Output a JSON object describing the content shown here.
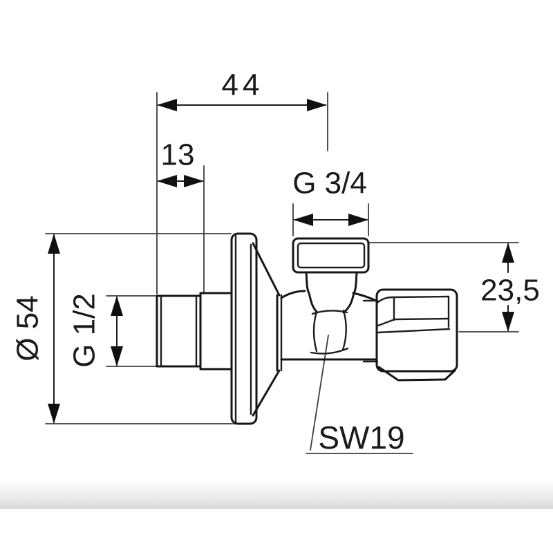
{
  "page": {
    "background": "#ffffff",
    "bottom_band_color_top": "#fafafa",
    "bottom_band_color_bottom": "#d9d9d9"
  },
  "drawing": {
    "type": "technical-dimension-drawing",
    "subject": "angle-valve side view",
    "line_color": "#161616",
    "dimensions": {
      "total_depth": "44",
      "thread_length": "13",
      "top_outlet_thread": "G 3/4",
      "outlet_drop": "23,5",
      "rosette_diameter": "Ø 54",
      "wall_thread": "G 1/2",
      "hex_size": "SW19"
    }
  }
}
